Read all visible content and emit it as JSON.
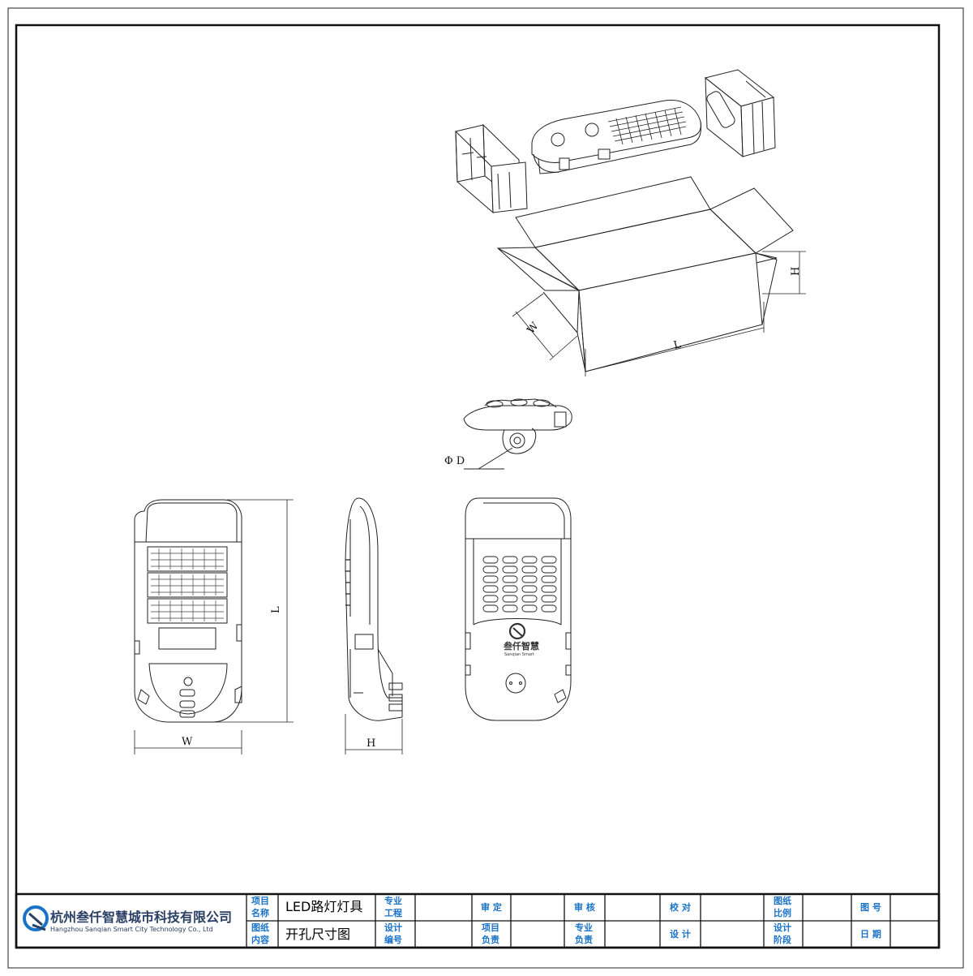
{
  "drawing": {
    "dimension_labels": {
      "box_length": "L",
      "box_width": "W",
      "box_height": "H",
      "pole_diameter": "Φ D",
      "lamp_length": "L",
      "lamp_width": "W",
      "lamp_height": "H"
    },
    "lamp_brand_cn": "叁仟智慧",
    "lamp_brand_en": "Sanqian Smart"
  },
  "title_block": {
    "company_cn": "杭州叁仟智慧城市科技有限公司",
    "company_en": "Hangzhou Sanqian Smart City Technology Co., Ltd",
    "project_name_label": [
      "项目",
      "名称"
    ],
    "project_name_value": "LED路灯灯具",
    "drawing_content_label": [
      "图纸",
      "内容"
    ],
    "drawing_content_value": "开孔尺寸图",
    "specialty_project_label": [
      "专业",
      "工程"
    ],
    "design_number_label": [
      "设计",
      "编号"
    ],
    "approve_label": "审 定",
    "project_lead_label": [
      "项目",
      "负责"
    ],
    "review_label": "审 核",
    "specialty_lead_label": [
      "专业",
      "负责"
    ],
    "check_label": "校 对",
    "design_label": "设 计",
    "scale_label": [
      "图纸",
      "比例"
    ],
    "stage_label": [
      "设计",
      "阶段"
    ],
    "drawing_no_label": "图 号",
    "date_label": "日 期"
  },
  "colors": {
    "label_blue": "#1a73c7",
    "logo_navy": "#2a3f63",
    "line": "#111111"
  }
}
